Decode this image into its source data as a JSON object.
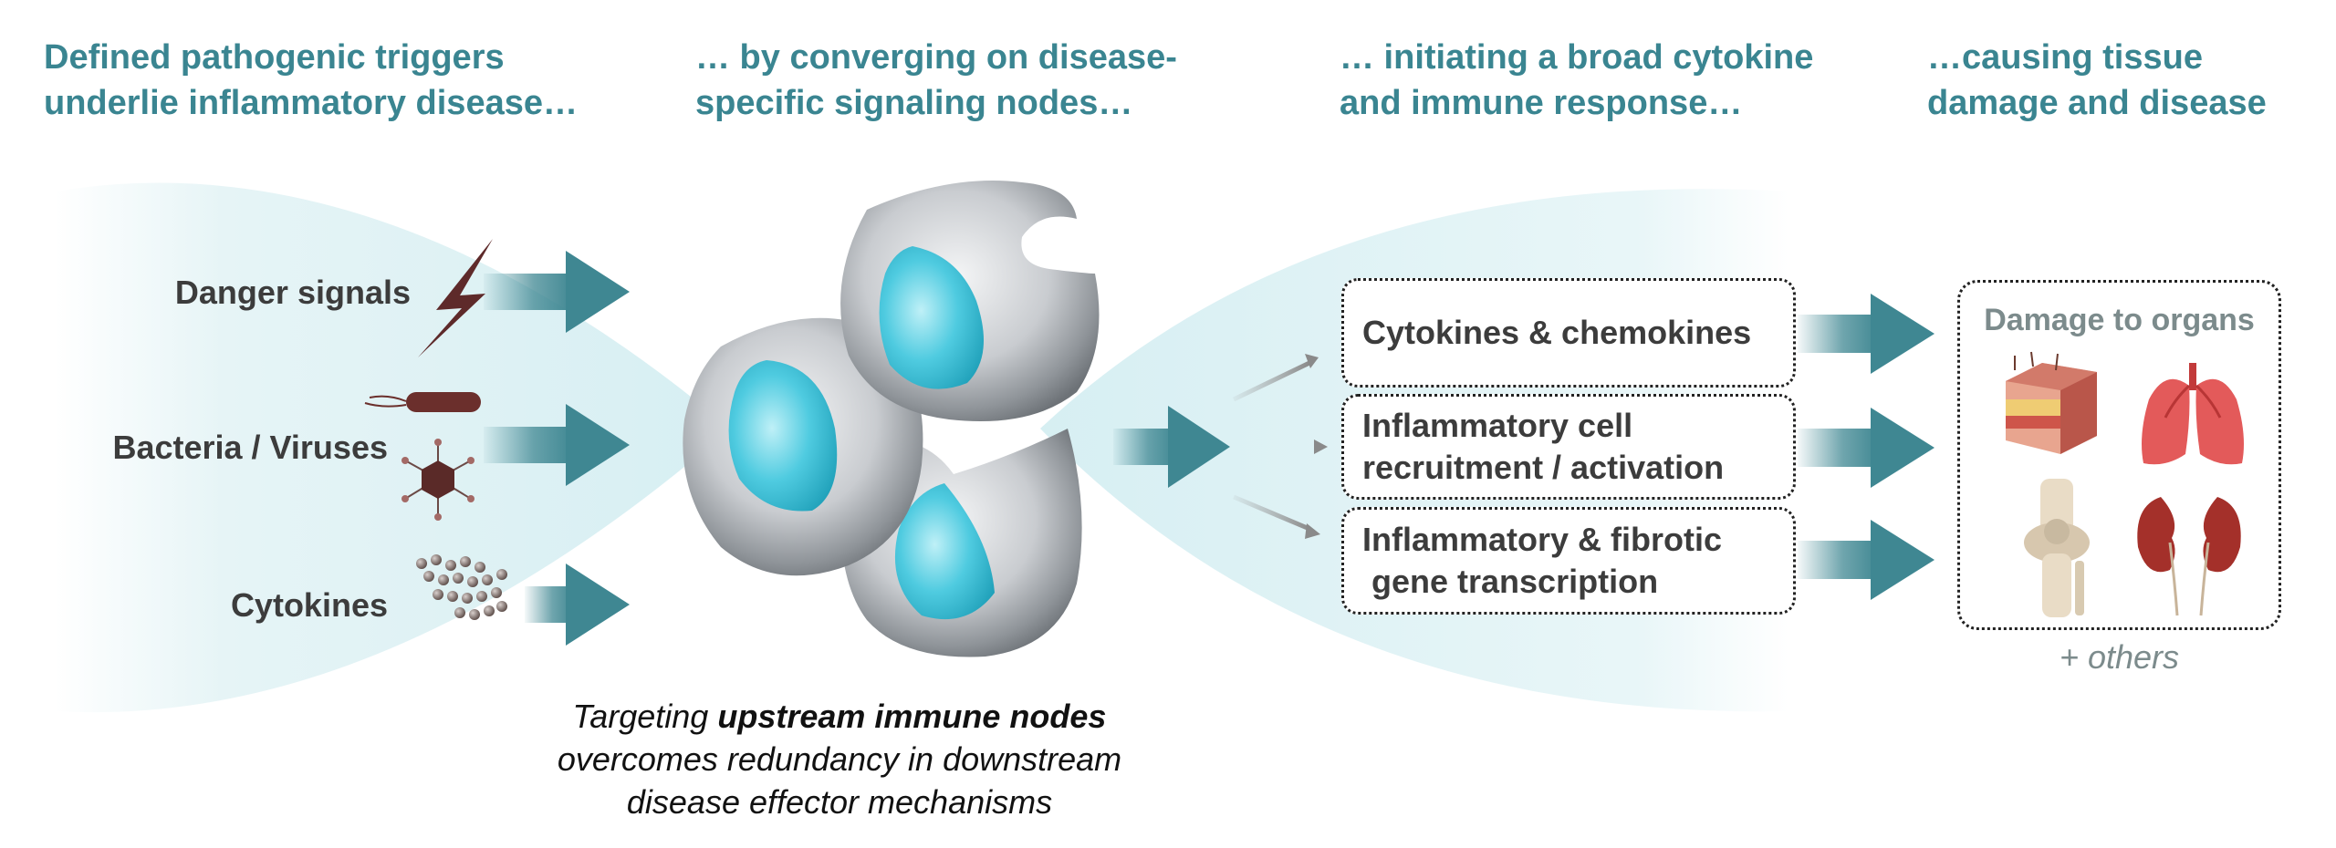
{
  "headers": [
    {
      "line1": "Defined pathogenic triggers",
      "line2": "underlie inflammatory disease…"
    },
    {
      "line1": "… by converging on disease-",
      "line2": "specific signaling nodes…"
    },
    {
      "line1": "… initiating a broad cytokine",
      "line2": "and immune response…"
    },
    {
      "line1": "…causing tissue",
      "line2": "damage and disease"
    }
  ],
  "triggers": [
    {
      "label": "Danger signals",
      "icon": "lightning-bolt-icon"
    },
    {
      "label": "Bacteria / Viruses",
      "icon": "bacteria-virus-icon"
    },
    {
      "label": "Cytokines",
      "icon": "cytokine-particles-icon"
    }
  ],
  "responses": [
    {
      "line1": "Cytokines & chemokines",
      "line2": ""
    },
    {
      "line1": "Inflammatory cell",
      "line2": "recruitment / activation"
    },
    {
      "line1": "Inflammatory & fibrotic",
      "line2": " gene transcription"
    }
  ],
  "caption": {
    "pre": "Targeting ",
    "bold": "upstream immune nodes",
    "line2": "overcomes redundancy in downstream",
    "line3": "disease effector mechanisms"
  },
  "organs": {
    "title": "Damage to organs",
    "icons": [
      "skin-tissue-icon",
      "lungs-icon",
      "knee-joint-icon",
      "kidneys-icon"
    ],
    "others": "+ others"
  },
  "colors": {
    "header_teal": "#3a8591",
    "arrow_teal": "#3f8792",
    "cell_cyan": "#3ec3d8",
    "glow": "#d9eff2"
  }
}
